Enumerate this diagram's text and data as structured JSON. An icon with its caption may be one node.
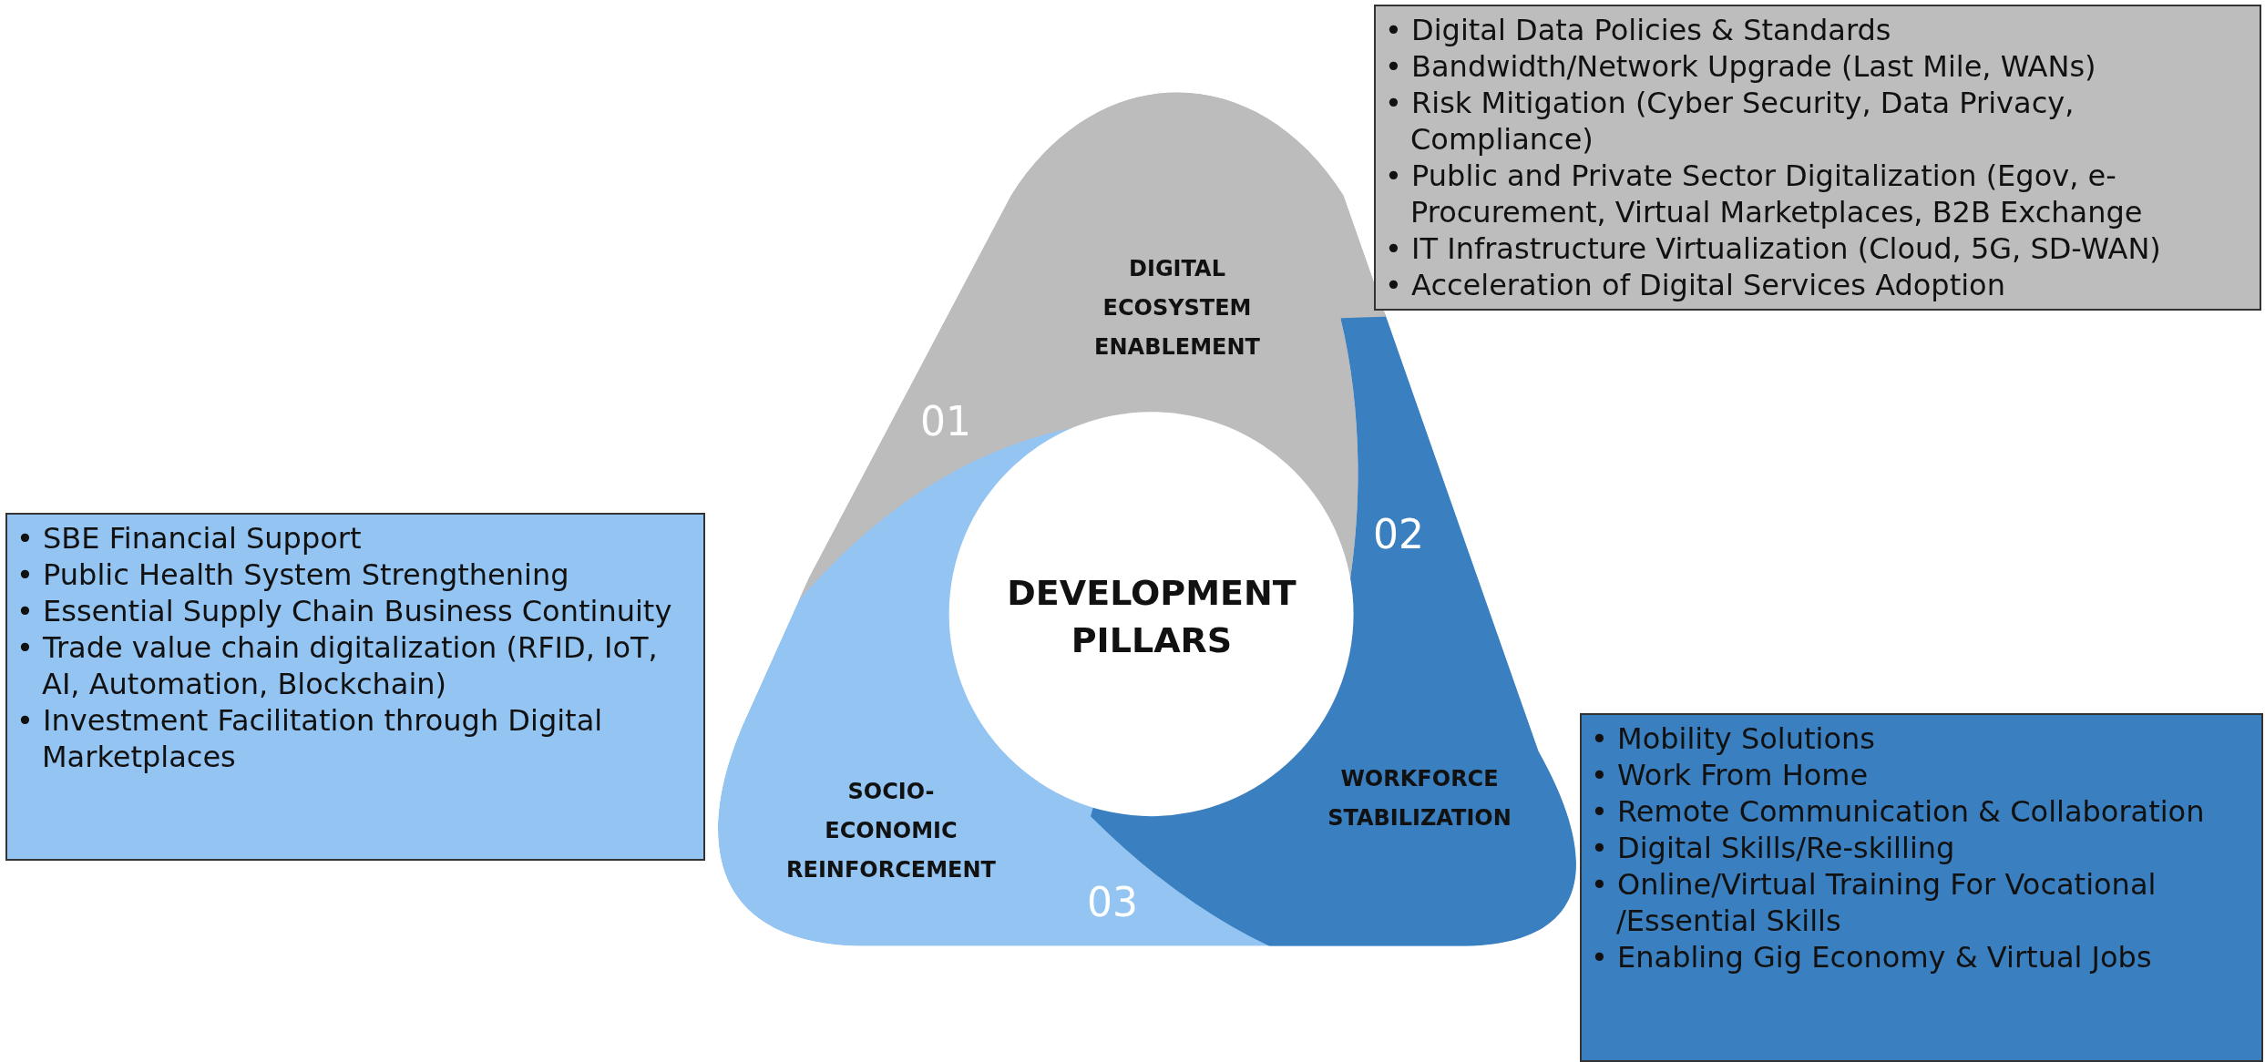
{
  "diagram": {
    "nodes": [
      {
        "text": [
          "• Digital Data Policies & Standards",
          "• Bandwidth/Network Upgrade (Last Mile, WANs)",
          "• Risk Mitigation (Cyber Security, Data Privacy, Compliance)",
          "• Public and Private Sector Digitalization (Egov, e-Procurement, Virtual Marketplaces, B2B Exchange",
          "• IT Infrastructure Virtualization (Cloud, 5G, SD-WAN)",
          "• Acceleration of Digital Services Adoption"
        ]
      },
      {
        "text": [
          "DIGITAL ECOSYSTEM ENABLEMENT",
          "01"
        ]
      },
      {
        "text": [
          "• SBE Financial Support",
          "• Public Health System Strengthening",
          "• Essential Supply Chain Business Continuity",
          "• Trade value chain digitalization (RFID, IoT, AI, Automation, Blockchain)",
          "• Investment Facilitation through Digital Marketplaces"
        ]
      },
      {
        "text": [
          "DEVELOPMENT PILLARS"
        ]
      },
      {
        "text": [
          "02",
          "WORKFORCE STABILIZATION"
        ]
      },
      {
        "text": [
          "SOCIO-ECONOMIC REINFORCEMENT",
          "03"
        ]
      },
      {
        "text": [
          "• Mobility Solutions",
          "• Work From Home",
          "• Remote Communication & Collaboration",
          "• Digital Skills/Re-skilling",
          "• Online/Virtual Training For Vocational /Essential Skills",
          "• Enabling Gig Economy & Virtual Jobs"
        ]
      }
    ]
  }
}
